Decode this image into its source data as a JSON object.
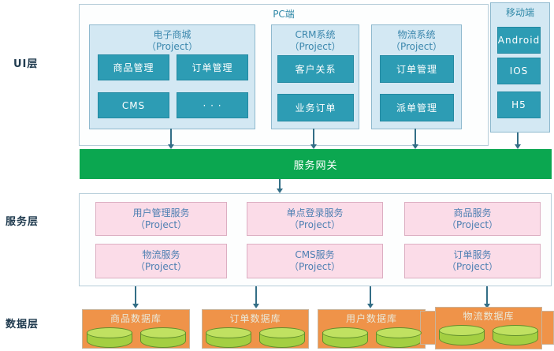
{
  "colors": {
    "teal_box": "#2d9cb4",
    "light_blue_panel": "#d3e8f3",
    "gateway_green": "#0ba750",
    "service_pink": "#fbdce8",
    "database_orange": "#ef9349",
    "cylinder_green": "#a4cf42",
    "arrow": "#336e86",
    "title_teal": "#3189a8"
  },
  "layer_labels": {
    "ui": "UI层",
    "service": "服务层",
    "data": "数据层"
  },
  "pc": {
    "title": "PC端",
    "groups": [
      {
        "title": "电子商城",
        "subtitle": "（Project）",
        "items": [
          "商品管理",
          "订单管理",
          "CMS",
          "· · ·"
        ]
      },
      {
        "title": "CRM系统",
        "subtitle": "（Project）",
        "items": [
          "客户关系",
          "业务订单"
        ]
      },
      {
        "title": "物流系统",
        "subtitle": "（Project）",
        "items": [
          "订单管理",
          "派单管理"
        ]
      }
    ]
  },
  "mobile": {
    "title": "移动端",
    "items": [
      "Android",
      "IOS",
      "H5"
    ]
  },
  "gateway": {
    "label": "服务网关"
  },
  "service_layer": {
    "services": [
      {
        "title": "用户管理服务",
        "subtitle": "（Project）"
      },
      {
        "title": "单点登录服务",
        "subtitle": "（Project）"
      },
      {
        "title": "商品服务",
        "subtitle": "（Project）"
      },
      {
        "title": "物流服务",
        "subtitle": "（Project）"
      },
      {
        "title": "CMS服务",
        "subtitle": "（Project）"
      },
      {
        "title": "订单服务",
        "subtitle": "（Project）"
      }
    ]
  },
  "data_layer": {
    "databases": [
      {
        "title": "商品数据库"
      },
      {
        "title": "订单数据库"
      },
      {
        "title": "用户数据库"
      },
      {
        "title": "物流数据库"
      }
    ]
  }
}
